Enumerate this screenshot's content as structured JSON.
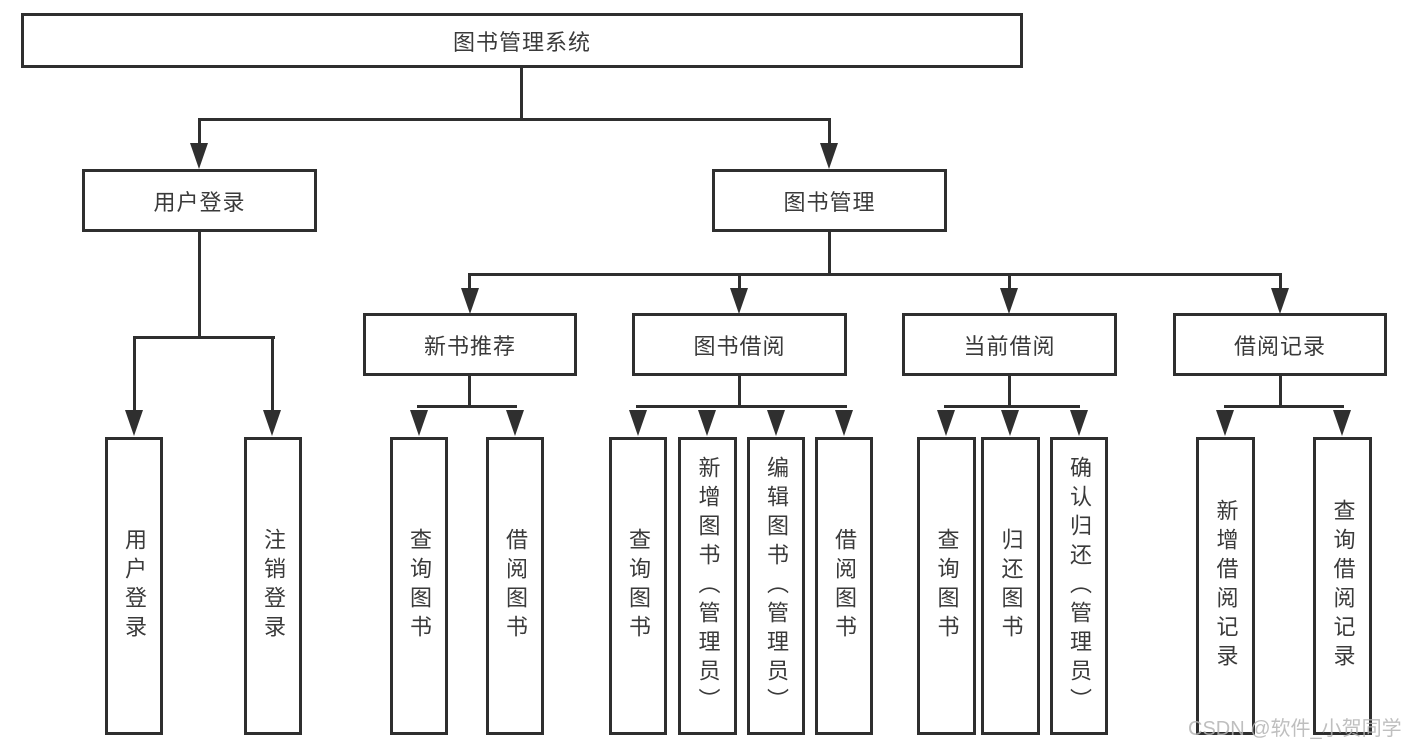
{
  "colors": {
    "background": "#ffffff",
    "line": "#2f2f2f",
    "text": "#3a3a3a",
    "watermark": "#b4b4b4"
  },
  "watermark": {
    "text": "CSDN @软件_小贺同学"
  },
  "diagram": {
    "root": {
      "label": "图书管理系统"
    },
    "level2": [
      {
        "label": "用户登录",
        "children": [
          {
            "label": "用户登录"
          },
          {
            "label": "注销登录"
          }
        ]
      },
      {
        "label": "图书管理",
        "sections": [
          {
            "label": "新书推荐",
            "children": [
              {
                "label": "查询图书"
              },
              {
                "label": "借阅图书"
              }
            ]
          },
          {
            "label": "图书借阅",
            "children": [
              {
                "label": "查询图书"
              },
              {
                "label": "新增图书（管理员）"
              },
              {
                "label": "编辑图书（管理员）"
              },
              {
                "label": "借阅图书"
              }
            ]
          },
          {
            "label": "当前借阅",
            "children": [
              {
                "label": "查询图书"
              },
              {
                "label": "归还图书"
              },
              {
                "label": "确认归还（管理员）"
              }
            ]
          },
          {
            "label": "借阅记录",
            "children": [
              {
                "label": "新增借阅记录"
              },
              {
                "label": "查询借阅记录"
              }
            ]
          }
        ]
      }
    ]
  }
}
